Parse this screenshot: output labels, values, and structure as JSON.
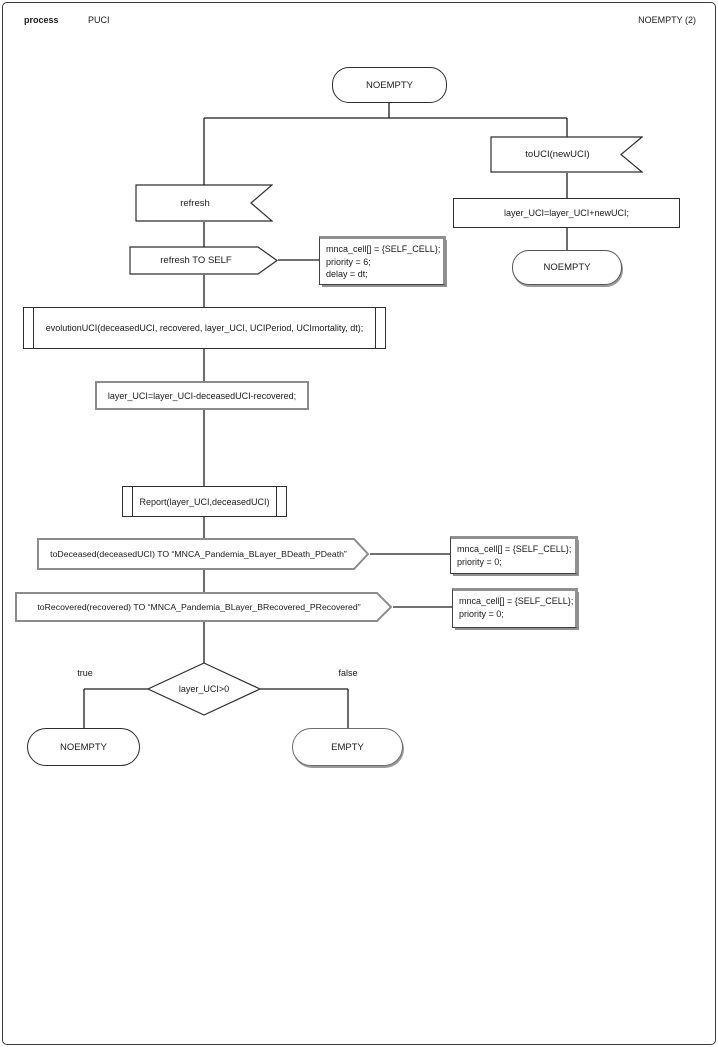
{
  "header": {
    "kind_label": "process",
    "process_name": "PUCI",
    "page_label": "NOEMPTY (2)"
  },
  "nodes": {
    "start_state": "NOEMPTY",
    "input_touci": "toUCI(newUCI)",
    "task_add": "layer_UCI=layer_UCI+newUCI;",
    "state_noempty_right": "NOEMPTY",
    "input_refresh": "refresh",
    "output_refresh_self": "refresh TO SELF",
    "comment_refresh": {
      "line1": "mnca_cell[] = {SELF_CELL};",
      "line2": "priority = 6;",
      "line3": "delay = dt;"
    },
    "proc_evolution": "evolutionUCI(deceasedUCI, recovered, layer_UCI, UCIPeriod, UCImortality, dt);",
    "task_subtract": "layer_UCI=layer_UCI-deceasedUCI-recovered;",
    "proc_report": "Report(layer_UCI,deceasedUCI)",
    "output_todeceased": "toDeceased(deceasedUCI) TO “MNCA_Pandemia_BLayer_BDeath_PDeath”",
    "comment_deceased": {
      "line1": "mnca_cell[] = {SELF_CELL};",
      "line2": "priority = 0;"
    },
    "output_torecovered": "toRecovered(recovered) TO “MNCA_Pandemia_BLayer_BRecovered_PRecovered”",
    "comment_recovered": {
      "line1": "mnca_cell[] = {SELF_CELL};",
      "line2": "priority = 0;"
    },
    "decision": "layer_UCI>0",
    "branch_true": "true",
    "branch_false": "false",
    "state_noempty_bottom": "NOEMPTY",
    "state_empty": "EMPTY"
  }
}
